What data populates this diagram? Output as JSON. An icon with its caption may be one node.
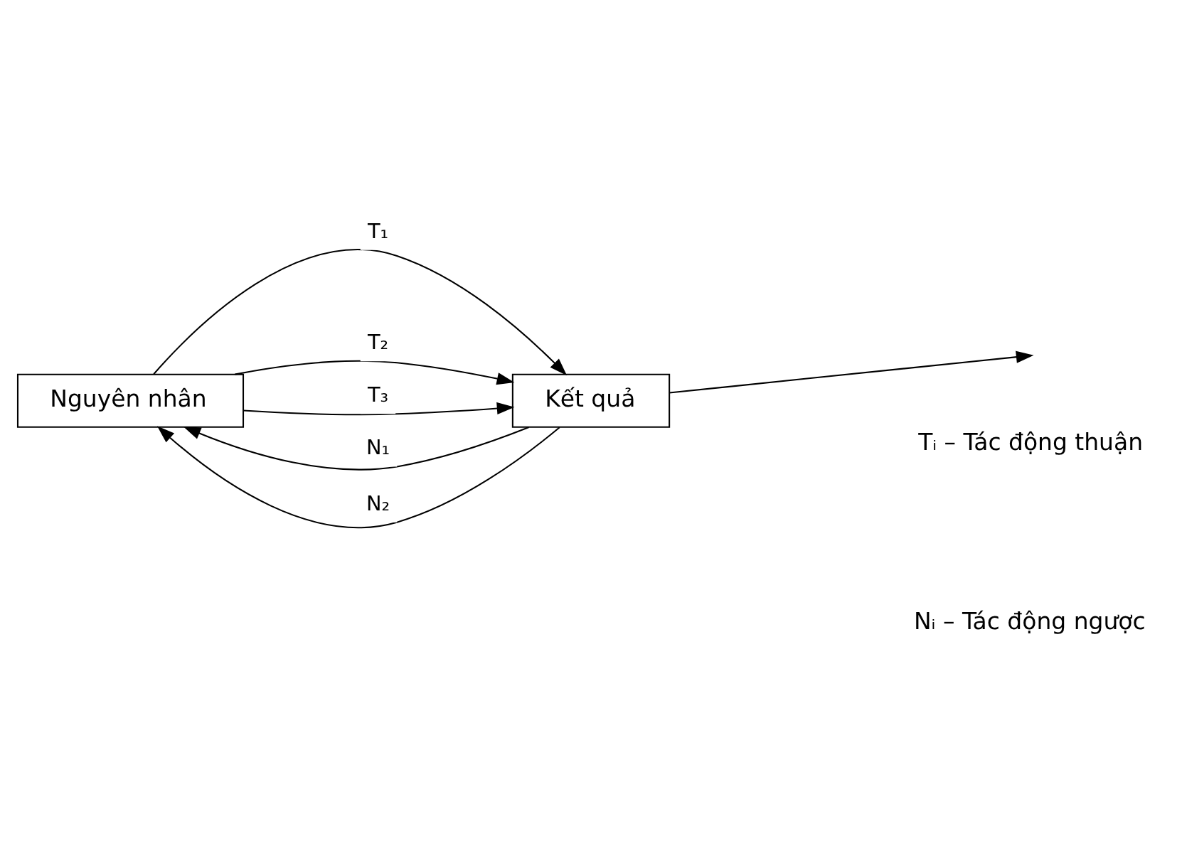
{
  "diagram": {
    "nodes": [
      {
        "text": [
          "Nguyên nhân"
        ]
      },
      {
        "text": [
          "Kết quả"
        ]
      }
    ],
    "edges": [
      {
        "from": 0,
        "to": 1,
        "arrow": "to",
        "label": "T₁"
      },
      {
        "from": 0,
        "to": 1,
        "arrow": "to",
        "label": "T₂"
      },
      {
        "from": 0,
        "to": 1,
        "arrow": "to",
        "label": "T₃"
      },
      {
        "from": 1,
        "to": 0,
        "arrow": "to",
        "label": "N₁"
      },
      {
        "from": 1,
        "to": 0,
        "arrow": "to",
        "label": "N₂"
      },
      {
        "from": 1,
        "to": null,
        "arrow": "to"
      }
    ],
    "labels": [
      "Tᵢ – Tác động thuận",
      "Nᵢ – Tác động ngược"
    ]
  }
}
